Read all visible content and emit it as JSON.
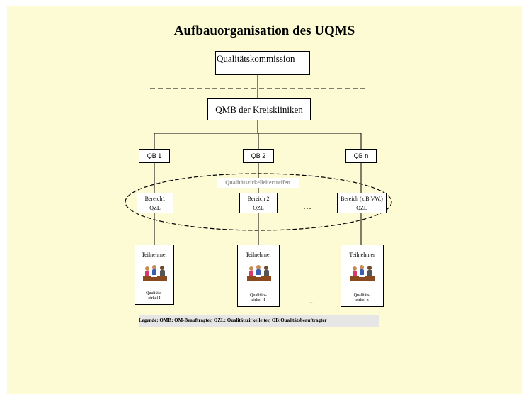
{
  "title": "Aufbauorganisation des UQMS",
  "top_box": "Qualitätskommission",
  "qmb_box": "QMB der Kreiskliniken",
  "qb_boxes": [
    "QB 1",
    "QB 2",
    "QB n"
  ],
  "ellipse_label": "Qualitätszirkelleitertreffen",
  "bereich_boxes": [
    {
      "title": "Bereich1",
      "sub": "QZL"
    },
    {
      "title": "Bereich 2",
      "sub": "QZL"
    },
    {
      "title": "Bereich (z.B.VW.)",
      "sub": "QZL"
    }
  ],
  "ellipsis": "…",
  "participant_boxes": [
    {
      "title": "Teilnehmer",
      "line1": "Qualitäts-",
      "line2": "zirkel I"
    },
    {
      "title": "Teilnehmer",
      "line1": "Qualitäts-",
      "line2": "zirkel II"
    },
    {
      "title": "Teilnehmer",
      "line1": "Qualitäts-",
      "line2": "zirkel n"
    }
  ],
  "bottom_ellipsis": "...",
  "legend": "Legende:  QMB: QM-Beauftragter, QZL: Qualitätszirkelleiter, QB:Qualitätsbeauftragter",
  "colors": {
    "background": "#fdfbd4",
    "legend_bg": "#e6e6e6",
    "ellipse_label": "#999999"
  }
}
